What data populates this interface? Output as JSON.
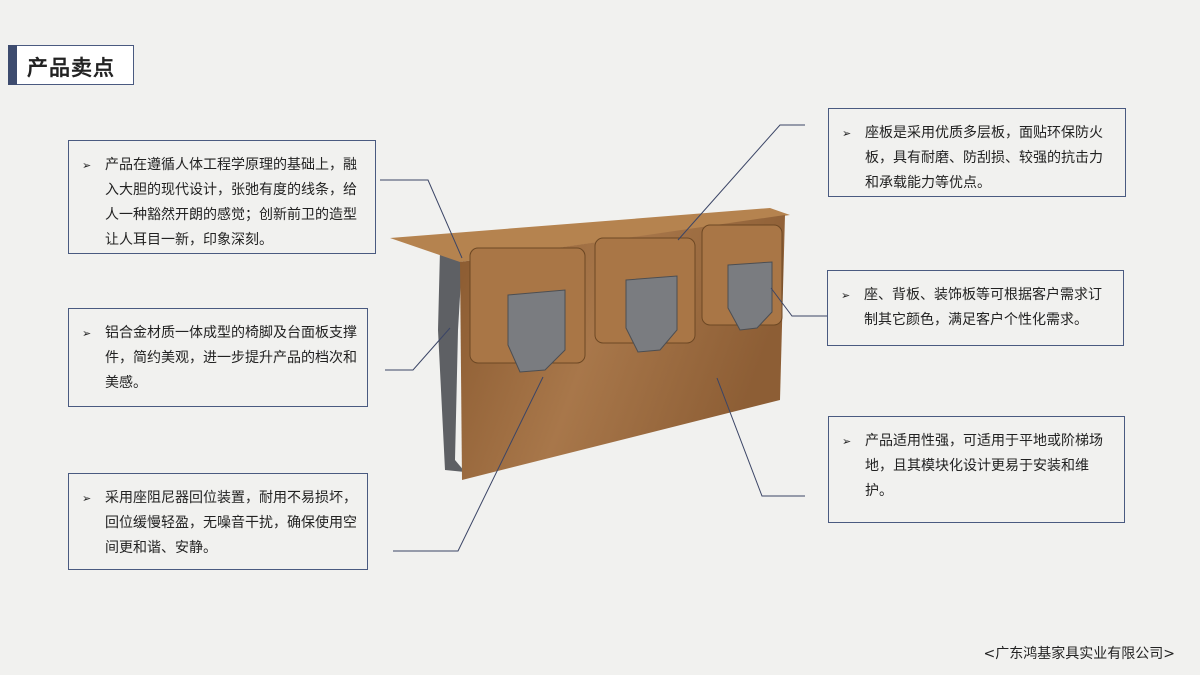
{
  "title": "产品卖点",
  "points": [
    "产品在遵循人体工程学原理的基础上，融入大胆的现代设计，张弛有度的线条，给人一种豁然开朗的感觉；创新前卫的造型让人耳目一新，印象深刻。",
    "铝合金材质一体成型的椅脚及台面板支撑件，简约美观，进一步提升产品的档次和美感。",
    "采用座阻尼器回位装置，耐用不易损坏，回位缓慢轻盈，无噪音干扰，确保使用空间更和谐、安静。",
    "座板是采用优质多层板，面贴环保防火板，具有耐磨、防刮损、较强的抗击力和承载能力等优点。",
    "座、背板、装饰板等可根据客户需求订制其它颜色，满足客户个性化需求。",
    "产品适用性强，可适用于平地或阶梯场地，且其模块化设计更易于安装和维护。"
  ],
  "bullet_icon": "arrow-bullet-icon",
  "footer": "<广东鸿基家具实业有限公司>",
  "colors": {
    "border": "#4a5a80",
    "wood": "#a0703f",
    "metal": "#6b6d70"
  }
}
